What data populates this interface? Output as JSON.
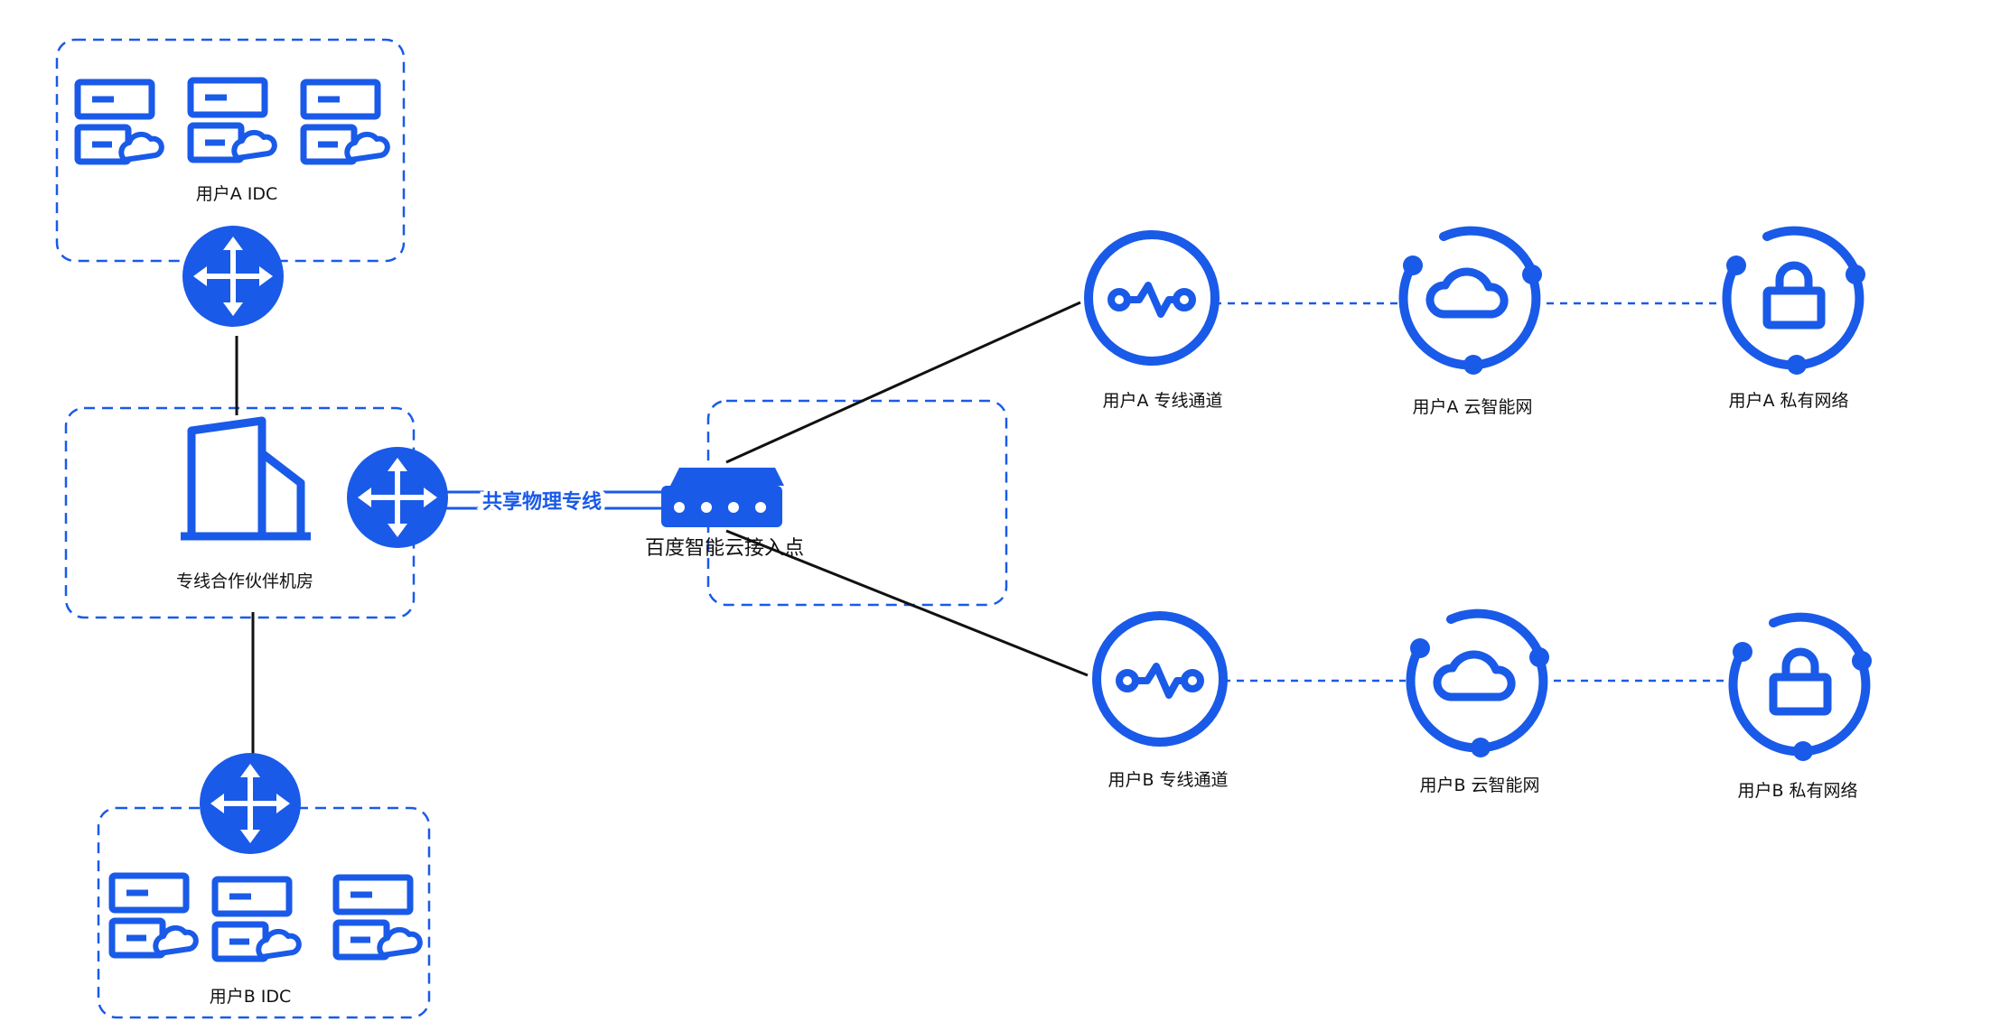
{
  "colors": {
    "accent": "#1a5ae8",
    "line": "#111111",
    "background": "#ffffff"
  },
  "labels": {
    "idc_a": "用户A IDC",
    "idc_b": "用户B IDC",
    "partner_room": "专线合作伙伴机房",
    "shared_line": "共享物理专线",
    "access_point": "百度智能云接入点",
    "a_channel": "用户A 专线通道",
    "a_cloud": "用户A 云智能网",
    "a_vpc": "用户A 私有网络",
    "b_channel": "用户B 专线通道",
    "b_cloud": "用户B 云智能网",
    "b_vpc": "用户B 私有网络"
  },
  "icons": {
    "server": "server-cloud-icon",
    "router": "router-icon",
    "building": "building-icon",
    "switch": "switch-device-icon",
    "channel": "dedicated-channel-icon",
    "cloud": "cloud-network-icon",
    "vpc": "lock-vpc-icon"
  }
}
